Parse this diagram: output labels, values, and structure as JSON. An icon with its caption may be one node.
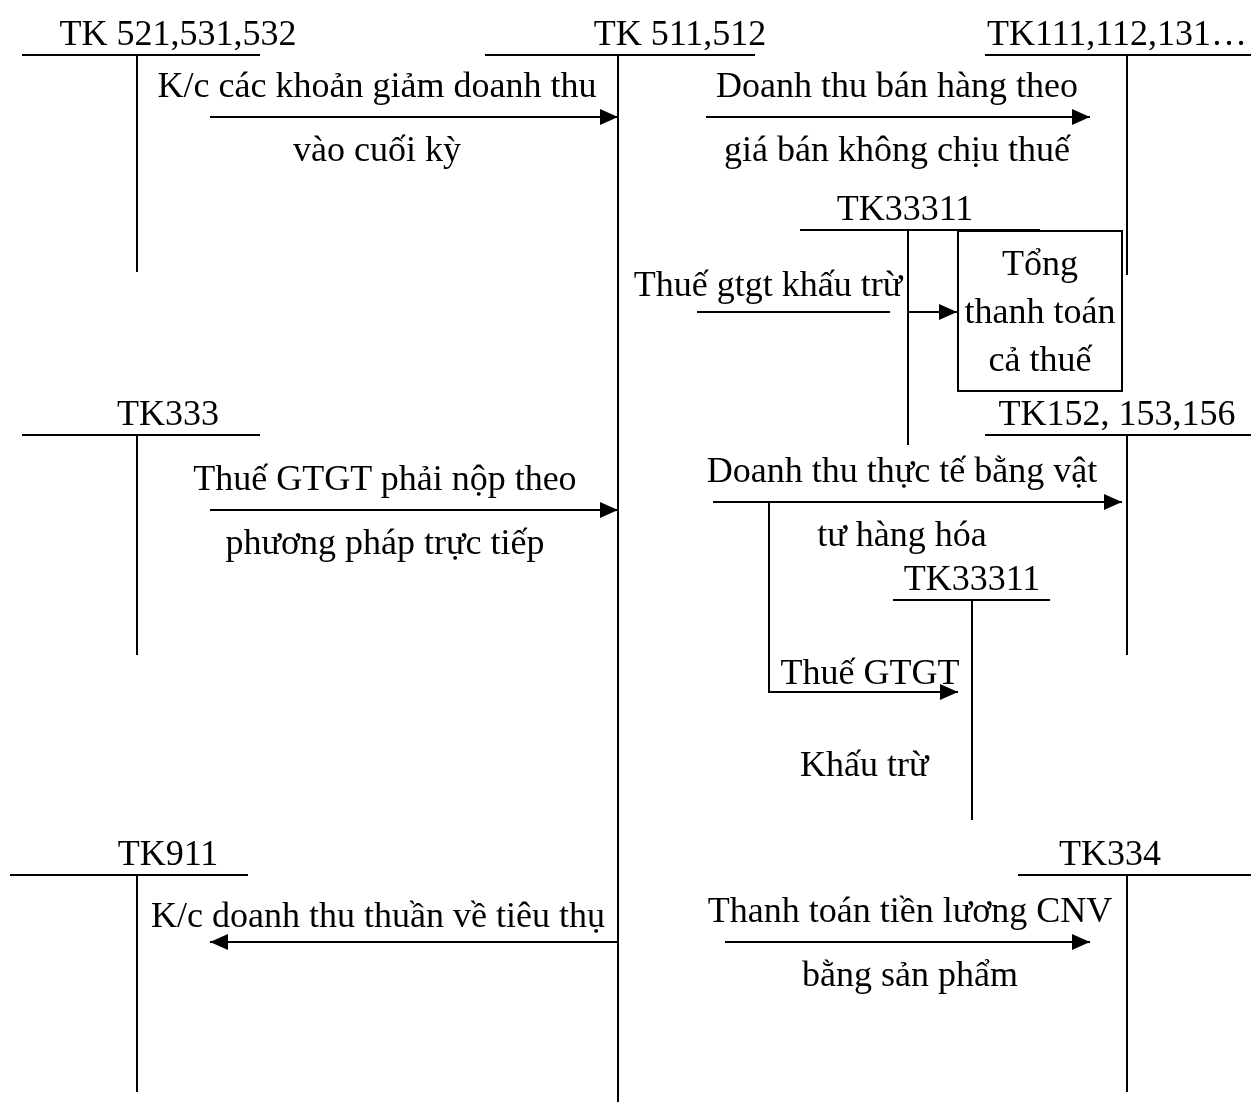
{
  "diagram": {
    "nodes": [
      {
        "text": [
          "TK 521,531,532"
        ]
      },
      {
        "text": [
          "TK 511,512"
        ]
      },
      {
        "text": [
          "TK111,112,131…"
        ]
      },
      {
        "text": [
          "TK33311"
        ]
      },
      {
        "text": [
          "Tổng thanh toán cả thuế"
        ]
      },
      {
        "text": [
          "TK333"
        ]
      },
      {
        "text": [
          "TK152, 153,156"
        ]
      },
      {
        "text": [
          "TK33311"
        ]
      },
      {
        "text": [
          "TK911"
        ]
      },
      {
        "text": [
          "TK334"
        ]
      }
    ],
    "edges": [
      {
        "from": 0,
        "to": 1,
        "arrow": "to",
        "label": "K/c các khoản giảm doanh thu vào cuối kỳ"
      },
      {
        "from": 1,
        "to": 2,
        "arrow": "to",
        "label": "Doanh thu bán hàng theo giá bán không chịu thuế"
      },
      {
        "from": 1,
        "to": 3,
        "arrow": "none",
        "label": "Thuế gtgt khấu trừ"
      },
      {
        "from": 3,
        "to": 4,
        "arrow": "to"
      },
      {
        "from": 5,
        "to": 1,
        "arrow": "to",
        "label": "Thuế GTGT phải nộp theo phương pháp trực tiếp"
      },
      {
        "from": 1,
        "to": 6,
        "arrow": "to",
        "label": "Doanh thu thực tế bằng vật tư hàng hóa"
      },
      {
        "from": 1,
        "to": 7,
        "arrow": "to",
        "label": "Thuế GTGT"
      },
      {
        "from": 1,
        "to": 8,
        "arrow": "to",
        "label": "K/c doanh thu thuần về tiêu thụ"
      },
      {
        "from": 1,
        "to": 9,
        "arrow": "to",
        "label": "Thanh toán tiền lương CNV bằng sản phẩm"
      }
    ],
    "labels": [
      "Khấu trừ"
    ]
  }
}
